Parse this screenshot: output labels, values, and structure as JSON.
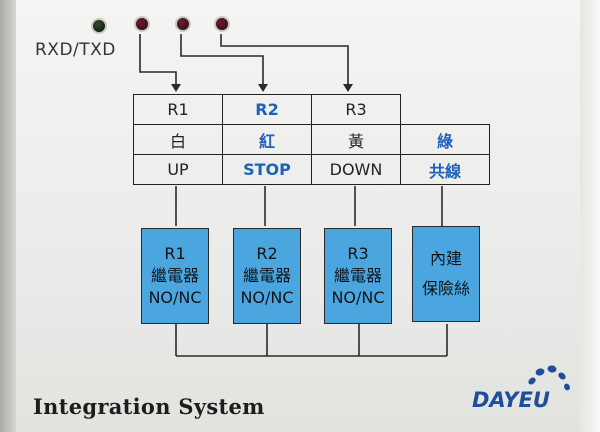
{
  "indicator": {
    "label": "RXD/TXD"
  },
  "leds": [
    {
      "name": "led-rxd-txd",
      "color": "green"
    },
    {
      "name": "led-r1",
      "color": "red"
    },
    {
      "name": "led-r2",
      "color": "red"
    },
    {
      "name": "led-r3",
      "color": "red"
    }
  ],
  "table": {
    "row1": [
      "R1",
      "R2",
      "R3",
      ""
    ],
    "row2": [
      "白",
      "紅",
      "黃",
      "綠"
    ],
    "row3": [
      "UP",
      "STOP",
      "DOWN",
      "共線"
    ]
  },
  "boxes": [
    {
      "line1": "R1",
      "line2": "繼電器",
      "line3": "NO/NC"
    },
    {
      "line1": "R2",
      "line2": "繼電器",
      "line3": "NO/NC"
    },
    {
      "line1": "R3",
      "line2": "繼電器",
      "line3": "NO/NC"
    },
    {
      "line1": "內建",
      "line2": "保險絲"
    }
  ],
  "footer": {
    "title": "Integration System",
    "brand": "DAYEU"
  },
  "colors": {
    "box_blue": "#4ba6e0",
    "text_blue": "#1f63b6",
    "brand_blue": "#1d4d9b"
  }
}
